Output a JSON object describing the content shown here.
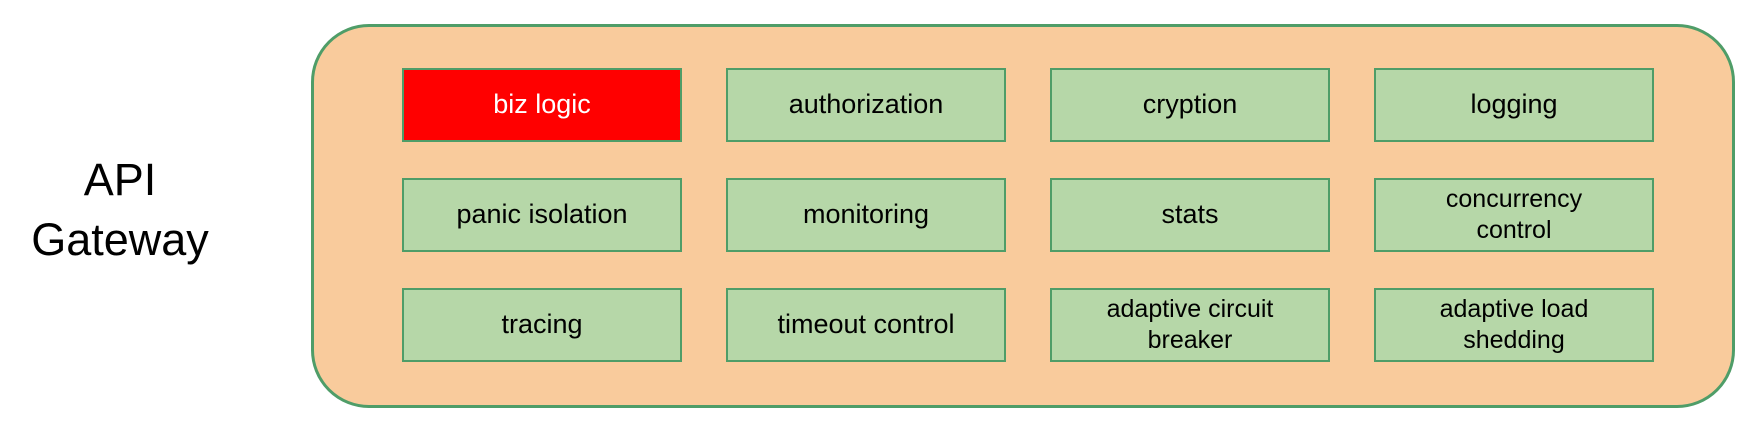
{
  "diagram": {
    "title": "API\nGateway",
    "container": {
      "fill_color": "#f9cb9c",
      "border_color": "#4f9d68"
    },
    "box_style": {
      "fill_color": "#b6d7a8",
      "border_color": "#4f9d68",
      "text_color": "#000000"
    },
    "highlight_box_style": {
      "fill_color": "#ff0000",
      "text_color": "#ffffff"
    },
    "boxes": [
      {
        "label": "biz logic",
        "highlight": true
      },
      {
        "label": "authorization",
        "highlight": false
      },
      {
        "label": "cryption",
        "highlight": false
      },
      {
        "label": "logging",
        "highlight": false
      },
      {
        "label": "panic isolation",
        "highlight": false
      },
      {
        "label": "monitoring",
        "highlight": false
      },
      {
        "label": "stats",
        "highlight": false
      },
      {
        "label": "concurrency\ncontrol",
        "highlight": false
      },
      {
        "label": "tracing",
        "highlight": false
      },
      {
        "label": "timeout control",
        "highlight": false
      },
      {
        "label": "adaptive circuit\nbreaker",
        "highlight": false
      },
      {
        "label": "adaptive load\nshedding",
        "highlight": false
      }
    ]
  }
}
